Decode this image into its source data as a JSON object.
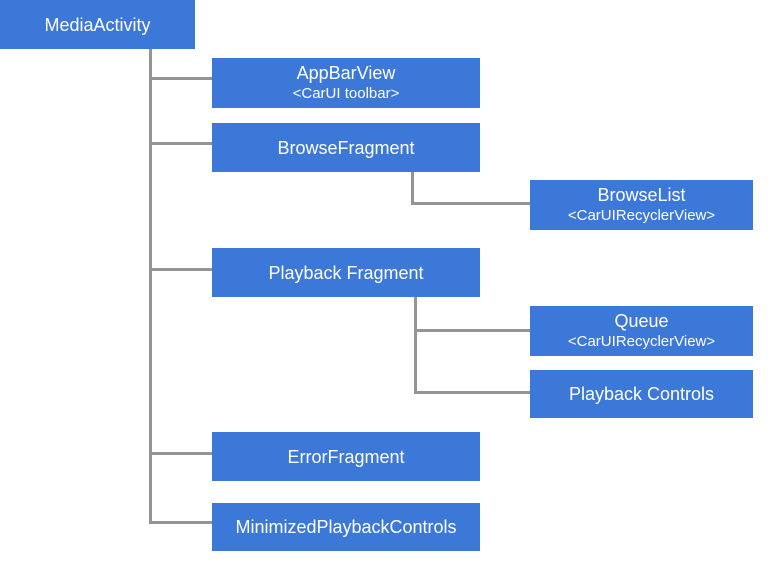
{
  "colors": {
    "box_fill": "#3c78d8",
    "connector": "#949494",
    "label_text": "#ffffff",
    "background": "#ffffff"
  },
  "nodes": [
    {
      "id": "media-activity",
      "label": "MediaActivity",
      "sublabel": "",
      "parent": null
    },
    {
      "id": "app-bar-view",
      "label": "AppBarView",
      "sublabel": "<CarUI toolbar>",
      "parent": "media-activity"
    },
    {
      "id": "browse-fragment",
      "label": "BrowseFragment",
      "sublabel": "",
      "parent": "media-activity"
    },
    {
      "id": "browse-list",
      "label": "BrowseList",
      "sublabel": "<CarUIRecyclerView>",
      "parent": "browse-fragment"
    },
    {
      "id": "playback-fragment",
      "label": "Playback Fragment",
      "sublabel": "",
      "parent": "media-activity"
    },
    {
      "id": "queue",
      "label": "Queue",
      "sublabel": "<CarUIRecyclerView>",
      "parent": "playback-fragment"
    },
    {
      "id": "playback-controls",
      "label": "Playback Controls",
      "sublabel": "",
      "parent": "playback-fragment"
    },
    {
      "id": "error-fragment",
      "label": "ErrorFragment",
      "sublabel": "",
      "parent": "media-activity"
    },
    {
      "id": "minimized-playback-controls",
      "label": "MinimizedPlaybackControls",
      "sublabel": "",
      "parent": "media-activity"
    }
  ]
}
